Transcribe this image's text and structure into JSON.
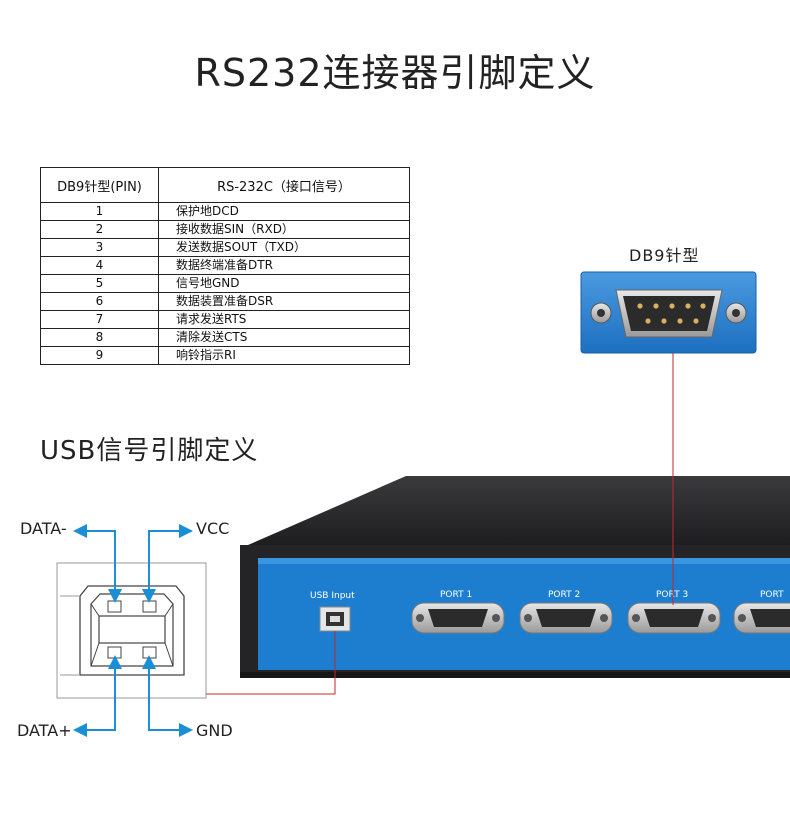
{
  "title": "RS232连接器引脚定义",
  "table": {
    "headers": [
      "DB9针型(PIN)",
      "RS-232C（接口信号）"
    ],
    "rows": [
      {
        "pin": "1",
        "signal": "保护地DCD"
      },
      {
        "pin": "2",
        "signal": "接收数据SIN（RXD）"
      },
      {
        "pin": "3",
        "signal": "发送数据SOUT（TXD）"
      },
      {
        "pin": "4",
        "signal": "数据终端准备DTR"
      },
      {
        "pin": "5",
        "signal": "信号地GND"
      },
      {
        "pin": "6",
        "signal": "数据装置准备DSR"
      },
      {
        "pin": "7",
        "signal": "请求发送RTS"
      },
      {
        "pin": "8",
        "signal": "清除发送CTS"
      },
      {
        "pin": "9",
        "signal": "响铃指示RI"
      }
    ]
  },
  "db9_label": "DB9针型",
  "usb": {
    "title": "USB信号引脚定义",
    "pins": {
      "data_minus": "DATA-",
      "vcc": "VCC",
      "data_plus": "DATA+",
      "gnd": "GND"
    }
  },
  "device": {
    "usb_port_label": "USB Input",
    "ports": [
      "PORT 1",
      "PORT 2",
      "PORT 3",
      "PORT"
    ]
  },
  "colors": {
    "arrow": "#1a8fd6",
    "leader_line": "#c0282d",
    "panel_blue": "#1d7ed0",
    "chassis": "#2a2a2c"
  }
}
